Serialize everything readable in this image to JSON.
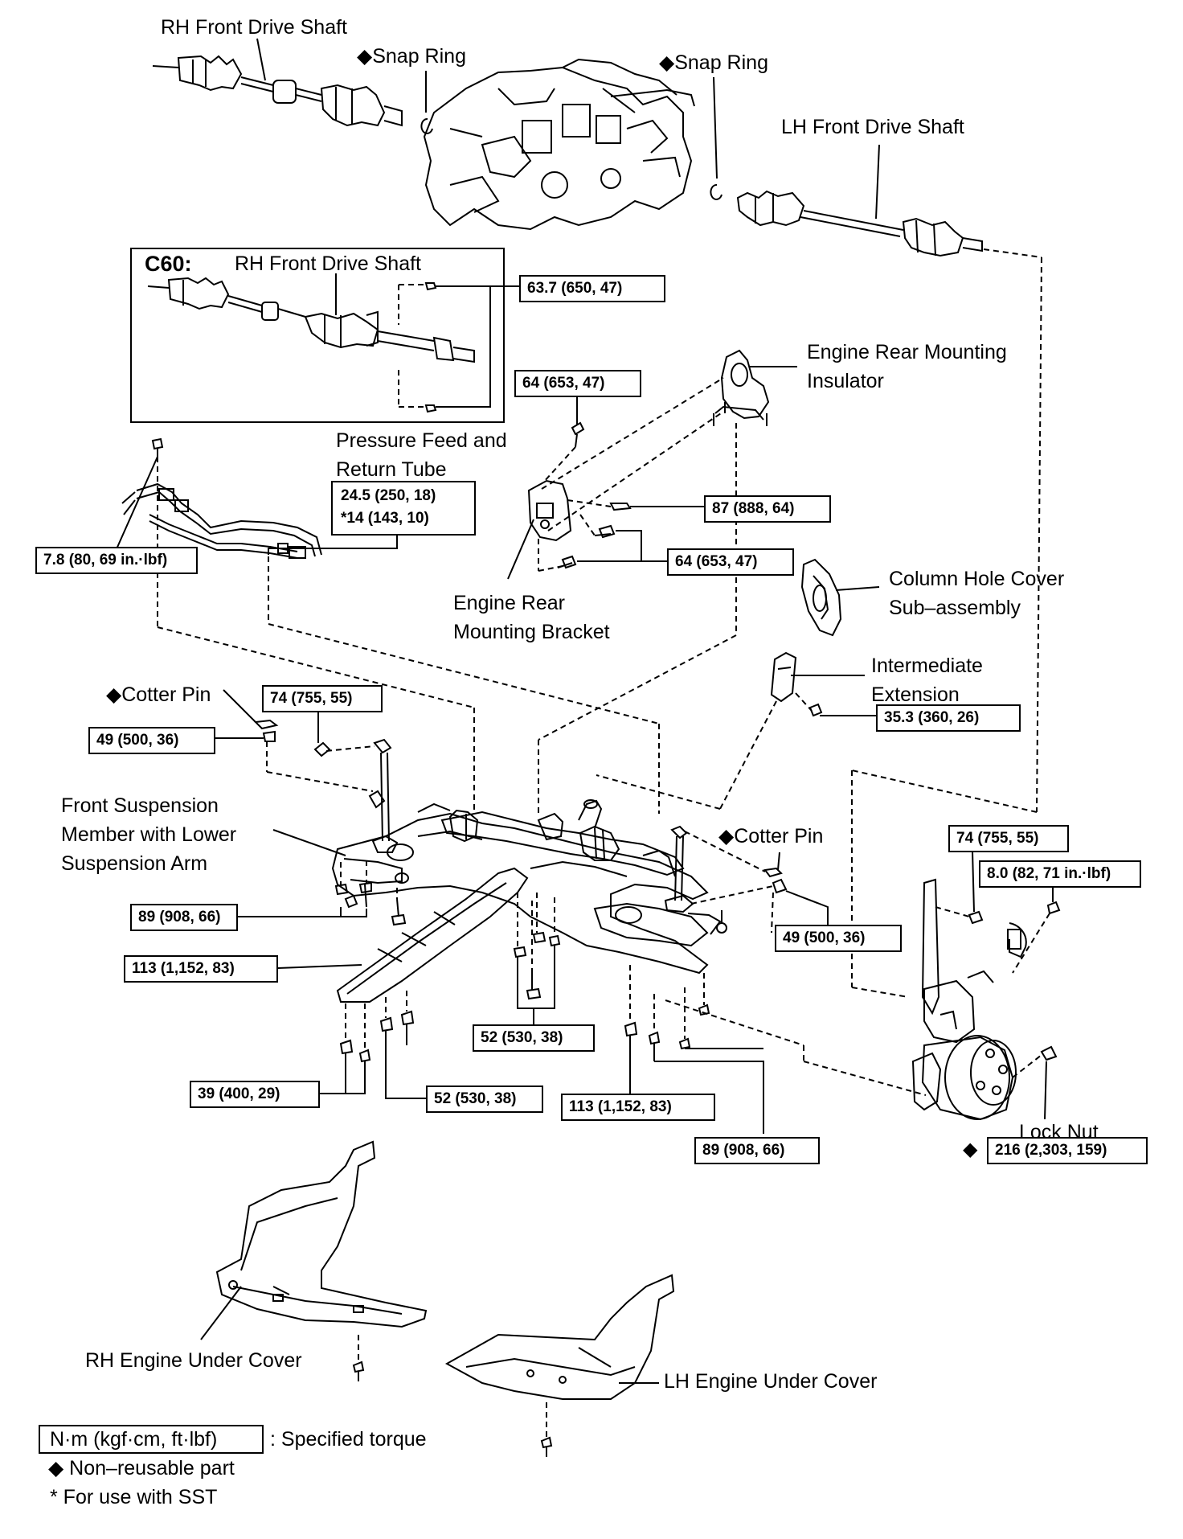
{
  "labels": {
    "rh_front_drive_shaft_top": "RH Front Drive Shaft",
    "snap_ring_left": "◆Snap Ring",
    "snap_ring_right": "◆Snap Ring",
    "lh_front_drive_shaft": "LH Front Drive Shaft",
    "c60": "C60:",
    "rh_front_drive_shaft_c60": "RH Front Drive Shaft",
    "engine_rear_mounting_insulator_1": "Engine Rear Mounting",
    "engine_rear_mounting_insulator_2": "Insulator",
    "pressure_feed_1": "Pressure Feed and",
    "pressure_feed_2": "Return Tube",
    "engine_rear_mounting_bracket_1": "Engine Rear",
    "engine_rear_mounting_bracket_2": "Mounting Bracket",
    "column_hole_cover_1": "Column Hole Cover",
    "column_hole_cover_2": "Sub–assembly",
    "intermediate_extension_1": "Intermediate",
    "intermediate_extension_2": "Extension",
    "cotter_pin_left": "◆Cotter Pin",
    "cotter_pin_right": "◆Cotter Pin",
    "front_suspension_1": "Front Suspension",
    "front_suspension_2": "Member with Lower",
    "front_suspension_3": "Suspension Arm",
    "lock_nut": "Lock Nut",
    "rh_engine_under_cover": "RH Engine Under Cover",
    "lh_engine_under_cover": "LH Engine Under Cover"
  },
  "torques": {
    "t_63_7": "63.7 (650, 47)",
    "t_64_top": "64 (653, 47)",
    "t_24_5": "24.5 (250, 18)",
    "t_14": "*14 (143, 10)",
    "t_87": "87 (888, 64)",
    "t_64_low": "64 (653, 47)",
    "t_7_8": "7.8 (80, 69 in.·lbf)",
    "t_74_left": "74 (755, 55)",
    "t_49_left": "49 (500, 36)",
    "t_35_3": "35.3 (360, 26)",
    "t_74_right": "74 (755, 55)",
    "t_8_0": "8.0 (82, 71 in.·lbf)",
    "t_89_left": "89 (908, 66)",
    "t_49_right": "49 (500, 36)",
    "t_113_left": "113 (1,152, 83)",
    "t_52_mid": "52 (530, 38)",
    "t_39": "39 (400, 29)",
    "t_52_low": "52 (530, 38)",
    "t_113_right": "113 (1,152, 83)",
    "t_89_right": "89 (908, 66)",
    "t_216": "216 (2,303, 159)",
    "t_216_marker": "◆"
  },
  "legend": {
    "unit_box": "N·m (kgf·cm, ft·lbf)",
    "unit_desc": ": Specified torque",
    "nonreusable": "◆ Non–reusable part",
    "sst": "* For use with SST"
  }
}
